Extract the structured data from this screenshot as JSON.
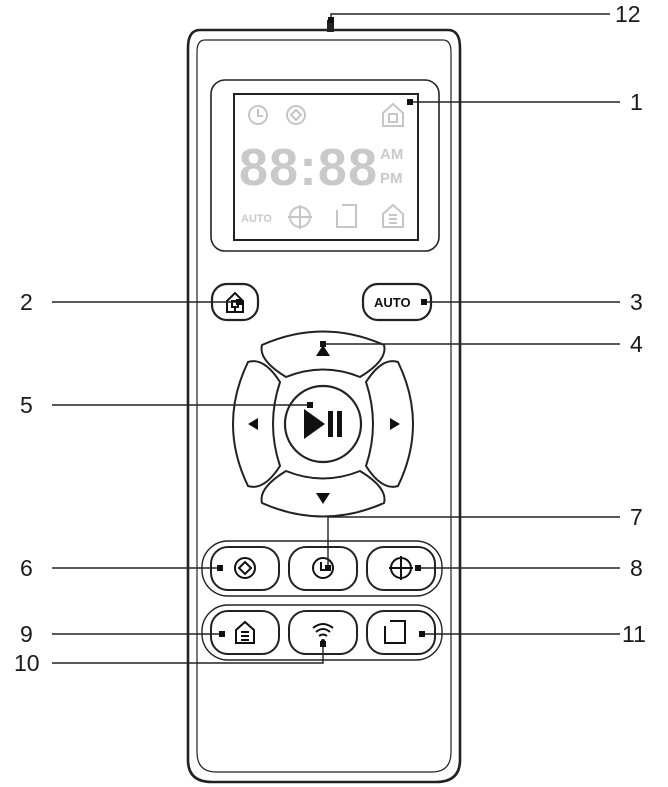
{
  "display": {
    "digits": "88:88",
    "am": "AM",
    "pm": "PM",
    "auto": "AUTO"
  },
  "buttons": {
    "auto_label": "AUTO"
  },
  "icons": {
    "lcd_top": [
      "clock-icon",
      "spot-clean-icon",
      "home-key-icon"
    ],
    "lcd_bottom": [
      "target-icon",
      "edge-clean-icon",
      "dock-icon"
    ],
    "home": "home-key-icon",
    "play_pause": "play-pause-icon",
    "arrows": [
      "arrow-up-icon",
      "arrow-left-icon",
      "arrow-right-icon",
      "arrow-down-icon"
    ],
    "row1": [
      "spot-clean-icon",
      "clock-icon",
      "target-icon"
    ],
    "row2": [
      "dock-icon",
      "wifi-icon",
      "edge-clean-icon"
    ]
  },
  "callouts": [
    "1",
    "2",
    "3",
    "4",
    "5",
    "6",
    "7",
    "8",
    "9",
    "10",
    "11",
    "12"
  ]
}
